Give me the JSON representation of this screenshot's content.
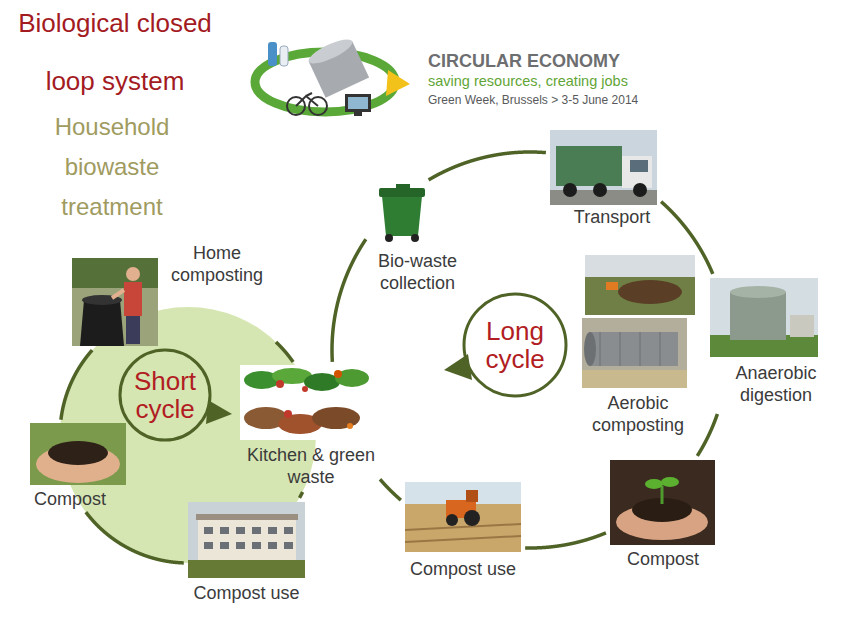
{
  "diagram": {
    "title": "Biological closed loop system",
    "nodes": [
      {
        "text": [
          "Home composting"
        ]
      },
      {
        "text": [
          "Short cycle"
        ]
      },
      {
        "text": [
          "Kitchen & green waste"
        ]
      },
      {
        "text": [
          "Compost"
        ]
      },
      {
        "text": [
          "Compost use"
        ]
      },
      {
        "text": [
          "Bio-waste collection"
        ]
      },
      {
        "text": [
          "Transport"
        ]
      },
      {
        "text": [
          "Long cycle"
        ]
      },
      {
        "text": [
          "Aerobic composting"
        ]
      },
      {
        "text": [
          "Anaerobic digestion"
        ]
      },
      {
        "text": [
          "Compost"
        ]
      },
      {
        "text": [
          "Compost use"
        ]
      }
    ],
    "edges": [
      {
        "from": 2,
        "to": 5,
        "arrow": "none"
      },
      {
        "from": 5,
        "to": 6,
        "arrow": "none"
      },
      {
        "from": 6,
        "to": 9,
        "arrow": "none"
      },
      {
        "from": 9,
        "to": 10,
        "arrow": "none"
      },
      {
        "from": 10,
        "to": 11,
        "arrow": "none"
      },
      {
        "from": 11,
        "to": 2,
        "arrow": "none"
      },
      {
        "from": 2,
        "to": 0,
        "arrow": "none"
      },
      {
        "from": 0,
        "to": 3,
        "arrow": "none"
      },
      {
        "from": 3,
        "to": 4,
        "arrow": "none"
      },
      {
        "from": 4,
        "to": 2,
        "arrow": "none"
      }
    ],
    "labels": [
      "Household biowaste treatment",
      "CIRCULAR ECONOMY",
      "saving resources, creating jobs",
      "Green Week, Brussels > 3-5 June 2014"
    ]
  }
}
